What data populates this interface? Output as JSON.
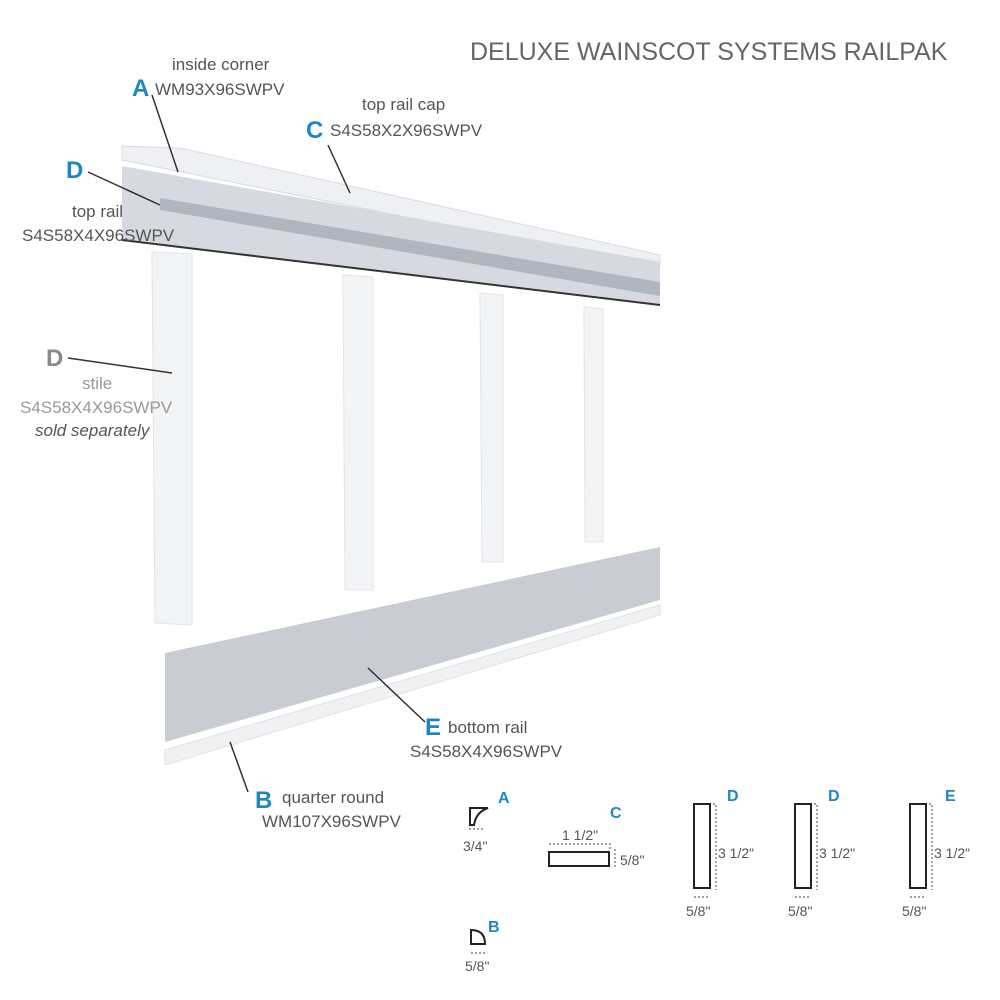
{
  "title": "DELUXE WAINSCOT SYSTEMS RAILPAK",
  "parts": {
    "a": {
      "letter": "A",
      "name": "inside corner",
      "sku": "WM93X96SWPV"
    },
    "c": {
      "letter": "C",
      "name": "top rail cap",
      "sku": "S4S58X2X96SWPV"
    },
    "d_top": {
      "letter": "D",
      "name": "top rail",
      "sku": "S4S58X4X96SWPV"
    },
    "d_stile": {
      "letter": "D",
      "name": "stile",
      "sku": "S4S58X4X96SWPV",
      "note": "sold separately"
    },
    "e": {
      "letter": "E",
      "name": "bottom rail",
      "sku": "S4S58X4X96SWPV"
    },
    "b": {
      "letter": "B",
      "name": "quarter round",
      "sku": "WM107X96SWPV"
    }
  },
  "profiles": {
    "a": {
      "letter": "A",
      "width": "3/4\""
    },
    "b": {
      "letter": "B",
      "width": "5/8\""
    },
    "c": {
      "letter": "C",
      "width": "1 1/2\"",
      "height": "5/8\""
    },
    "d1": {
      "letter": "D",
      "width": "5/8\"",
      "height": "3 1/2\""
    },
    "d2": {
      "letter": "D",
      "width": "5/8\"",
      "height": "3 1/2\""
    },
    "e": {
      "letter": "E",
      "width": "5/8\"",
      "height": "3 1/2\""
    }
  },
  "colors": {
    "accent": "#1f86c6",
    "muted": "#8a8a8a"
  }
}
